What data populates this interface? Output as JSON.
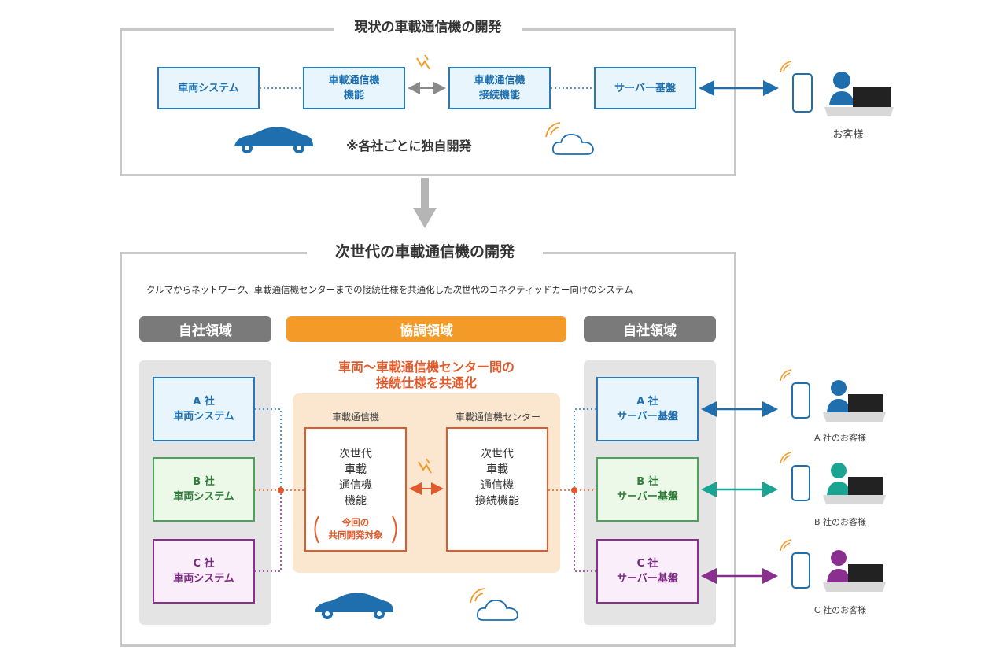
{
  "current": {
    "title": "現状の車載通信機の開発",
    "boxes": [
      {
        "lines": [
          "車両システム"
        ]
      },
      {
        "lines": [
          "車載通信機",
          "機能"
        ]
      },
      {
        "lines": [
          "車載通信機",
          "接続機能"
        ]
      },
      {
        "lines": [
          "サーバー基盤"
        ]
      }
    ],
    "note": "※各社ごとに独自開発",
    "customer": "お客様"
  },
  "next": {
    "title": "次世代の車載通信機の開発",
    "description": "クルマからネットワーク、車載通信機センターまでの接続仕様を共通化した次世代のコネクティッドカー向けのシステム",
    "region_left": "自社領域",
    "region_center": "協調領域",
    "region_right": "自社領域",
    "headline_line1": "車両〜車載通信機センター間の",
    "headline_line2": "接続仕様を共通化",
    "device_label": "車載通信機",
    "center_label": "車載通信機センター",
    "device_box": [
      "次世代",
      "車載",
      "通信機",
      "機能"
    ],
    "center_box": [
      "次世代",
      "車載",
      "通信機",
      "接続機能"
    ],
    "joint_line1": "今回の",
    "joint_line2": "共同開発対象",
    "vehicles": [
      {
        "company": "A 社",
        "label": "車両システム"
      },
      {
        "company": "B 社",
        "label": "車両システム"
      },
      {
        "company": "C 社",
        "label": "車両システム"
      }
    ],
    "servers": [
      {
        "company": "A 社",
        "label": "サーバー基盤"
      },
      {
        "company": "B 社",
        "label": "サーバー基盤"
      },
      {
        "company": "C 社",
        "label": "サーバー基盤"
      }
    ],
    "customers": [
      "A 社のお客様",
      "B 社のお客様",
      "C 社のお客様"
    ]
  },
  "colors": {
    "blue": "#1f6fae",
    "green": "#1aa593",
    "purple": "#8a2e8f",
    "orange": "#f39a28",
    "red_orange": "#e05a2b",
    "gray_pill": "#7a7a7a"
  },
  "icons": [
    "car-icon",
    "cloud-icon",
    "signal-icon",
    "smartphone-icon",
    "person-icon",
    "monitor-icon",
    "lightning-icon"
  ]
}
